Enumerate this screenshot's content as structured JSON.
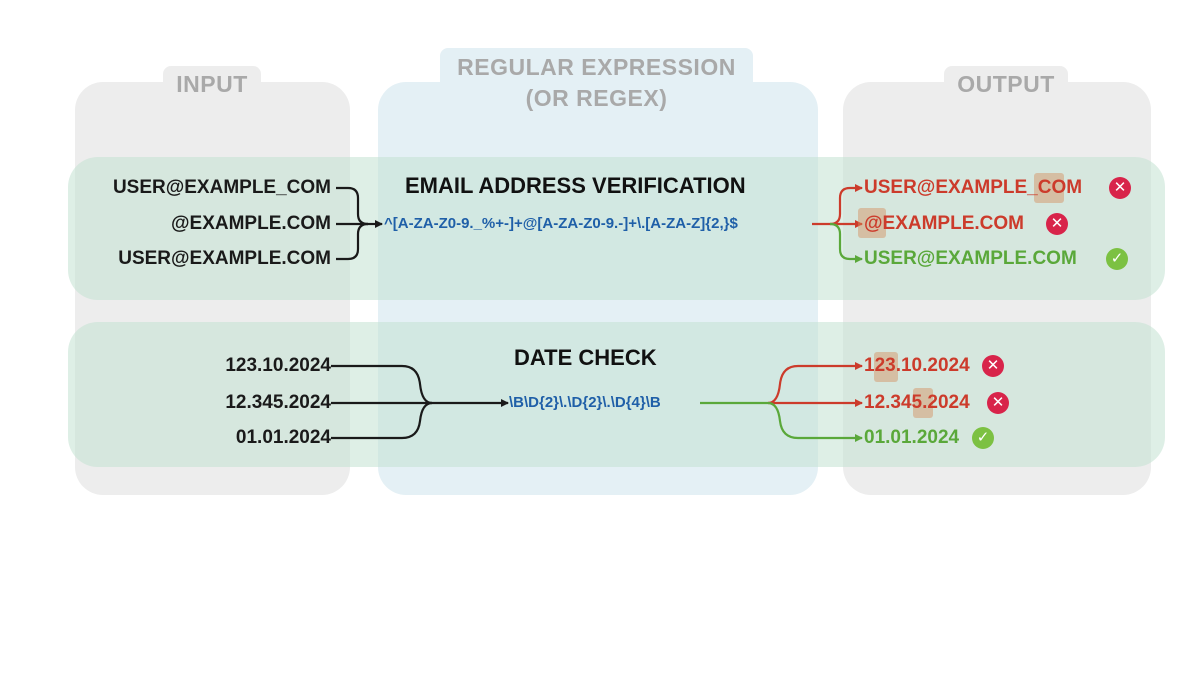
{
  "headers": {
    "input": "INPUT",
    "regex_line1": "REGULAR EXPRESSION",
    "regex_line2": "(OR REGEX)",
    "output": "OUTPUT"
  },
  "email": {
    "title": "EMAIL ADDRESS VERIFICATION",
    "inputs": [
      "USER@EXAMPLE_COM",
      "@EXAMPLE.COM",
      "USER@EXAMPLE.COM"
    ],
    "regex": "^[A-ZA-Z0-9._%+-]+@[A-ZA-Z0-9.-]+\\.[A-ZA-Z]{2,}$",
    "outputs": [
      {
        "text": "USER@EXAMPLE_COM",
        "status": "invalid"
      },
      {
        "text": "@EXAMPLE.COM",
        "status": "invalid"
      },
      {
        "text": "USER@EXAMPLE.COM",
        "status": "valid"
      }
    ]
  },
  "date": {
    "title": "DATE CHECK",
    "inputs": [
      "123.10.2024",
      "12.345.2024",
      "01.01.2024"
    ],
    "regex": "\\B\\D{2}\\.\\D{2}\\.\\D{4}\\B",
    "outputs": [
      {
        "text": "123.10.2024",
        "status": "invalid"
      },
      {
        "text": "12.345.2024",
        "status": "invalid"
      },
      {
        "text": "01.01.2024",
        "status": "valid"
      }
    ]
  },
  "colors": {
    "invalid": "#cc3b2b",
    "valid": "#5aa83a",
    "regex": "#1f5fa8",
    "highlight": "#d48c5a"
  },
  "icons": {
    "invalid": "cross-circle-icon",
    "valid": "check-circle-icon"
  }
}
